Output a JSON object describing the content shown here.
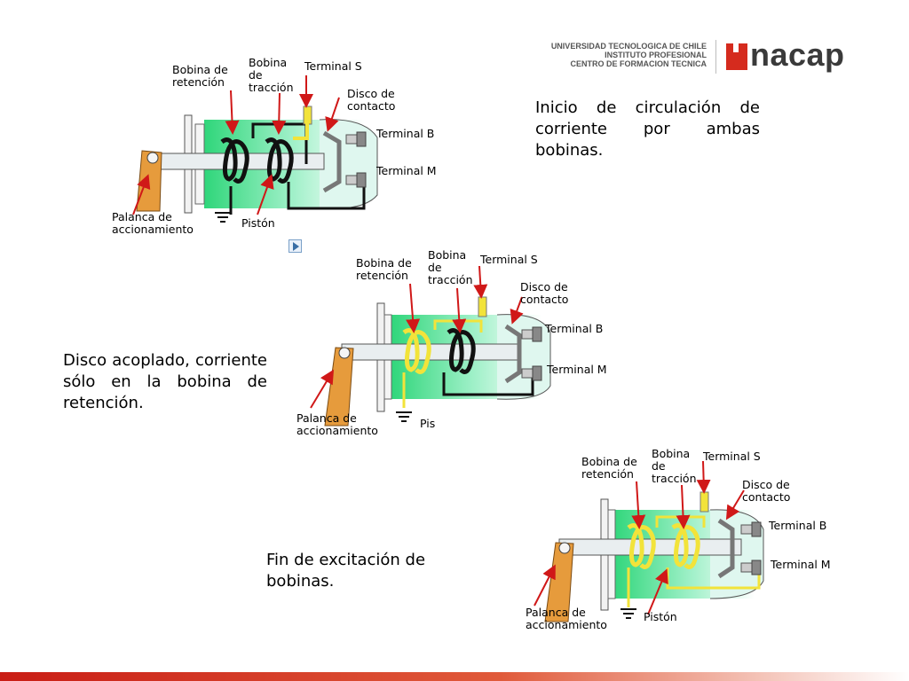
{
  "logo": {
    "institution_lines": [
      "UNIVERSIDAD TECNOLOGICA DE CHILE",
      "INSTITUTO PROFESIONAL",
      "CENTRO DE FORMACION TECNICA"
    ],
    "brand": "nacap",
    "brand_color": "#d52b1e"
  },
  "diagrams": [
    {
      "caption": "Inicio de circulación de corriente por ambas bobinas.",
      "labels": {
        "holding_coil": [
          "Bobina de",
          "retención"
        ],
        "pull_coil": [
          "Bobina",
          "de",
          "tracción"
        ],
        "terminal_s": "Terminal S",
        "contact_disc": [
          "Disco de",
          "contacto"
        ],
        "terminal_b": "Terminal B",
        "terminal_m": "Terminal M",
        "lever": [
          "Palanca de",
          "accionamiento"
        ],
        "piston": "Pistón"
      }
    },
    {
      "caption": "Disco acoplado, corriente sólo en la bobina de retención.",
      "labels": {
        "holding_coil": [
          "Bobina de",
          "retención"
        ],
        "pull_coil": [
          "Bobina",
          "de",
          "tracción"
        ],
        "terminal_s": "Terminal S",
        "contact_disc": [
          "Disco de",
          "contacto"
        ],
        "terminal_b": "Terminal B",
        "terminal_m": "Terminal M",
        "lever": [
          "Palanca de",
          "accionamiento"
        ],
        "piston": "Pis"
      }
    },
    {
      "caption": "Fin de excitación de bobinas.",
      "labels": {
        "holding_coil": [
          "Bobina de",
          "retención"
        ],
        "pull_coil": [
          "Bobina",
          "de",
          "tracción"
        ],
        "terminal_s": "Terminal S",
        "contact_disc": [
          "Disco de",
          "contacto"
        ],
        "terminal_b": "Terminal B",
        "terminal_m": "Terminal M",
        "lever": [
          "Palanca de",
          "accionamiento"
        ],
        "piston": "Pistón"
      }
    }
  ],
  "colors": {
    "body": "#2fd67a",
    "energized": "#f2e33a",
    "deenergized": "#111111",
    "lever": "#e69b3c",
    "arrow": "#d01818"
  }
}
